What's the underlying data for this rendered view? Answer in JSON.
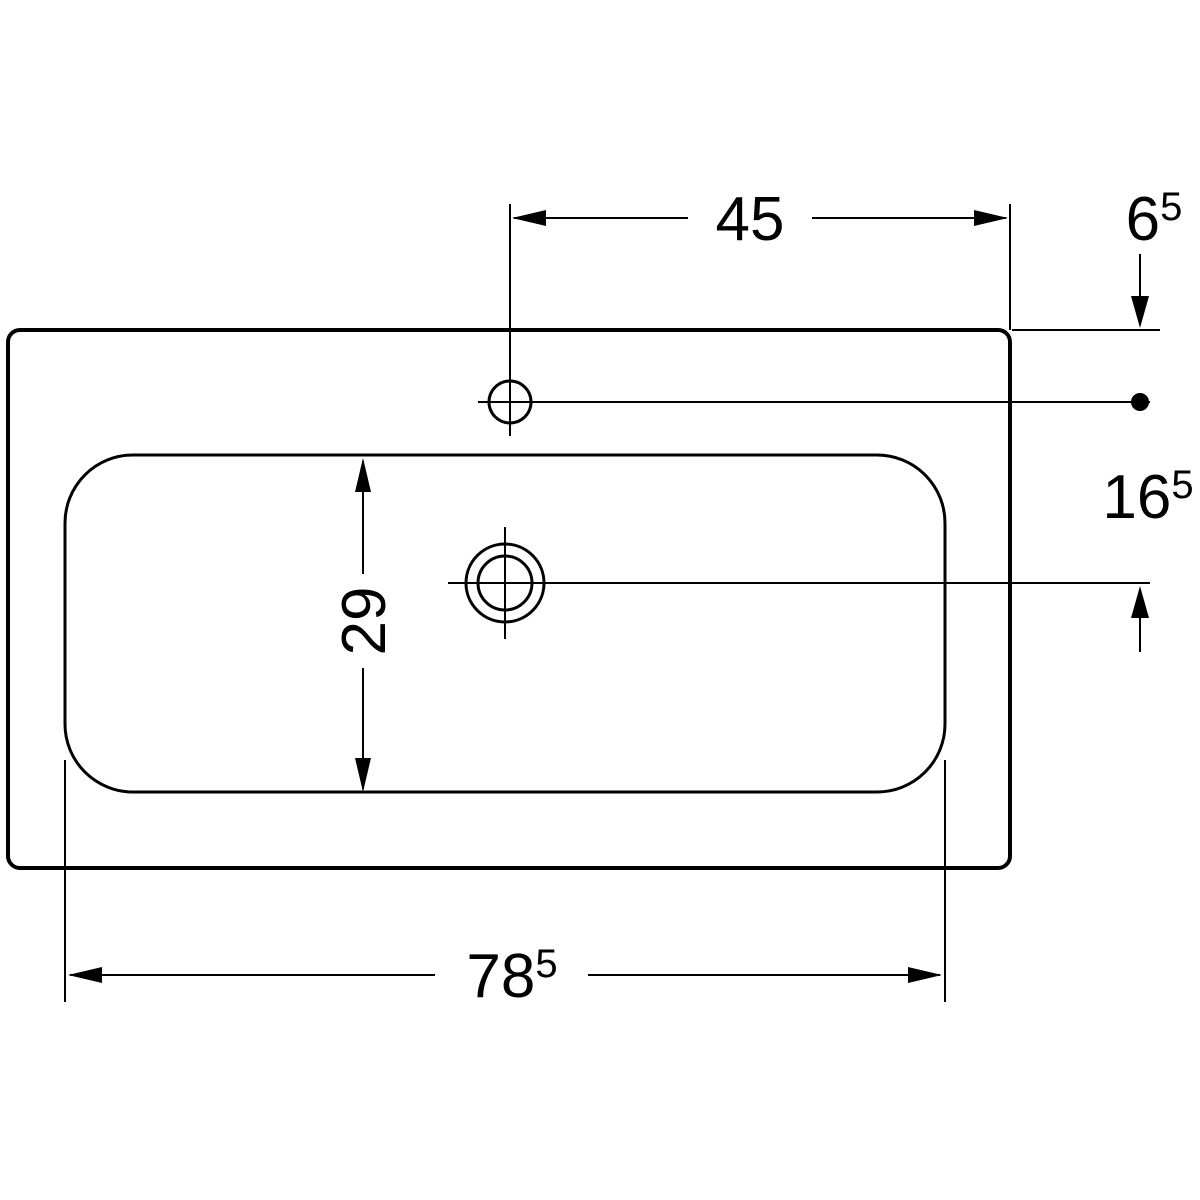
{
  "drawing": {
    "kind": "washbasin-plan-view-dimension-drawing",
    "colors": {
      "line": "#000000",
      "background": "#ffffff"
    },
    "labels": {
      "d45": {
        "num": "45"
      },
      "d6_5": {
        "num": "6",
        "sup": "5"
      },
      "d16_5": {
        "num": "16",
        "sup": "5"
      },
      "d29": {
        "num": "29"
      },
      "d78_5": {
        "num": "78",
        "sup": "5"
      }
    }
  }
}
